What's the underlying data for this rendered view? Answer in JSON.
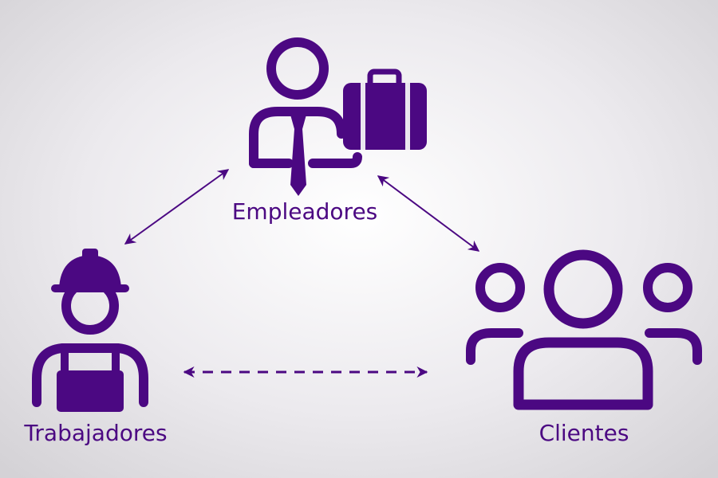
{
  "diagram": {
    "nodes": {
      "employers": {
        "label": "Empleadores",
        "icon": "businessperson-with-briefcase-icon"
      },
      "workers": {
        "label": "Trabajadores",
        "icon": "worker-with-hard-hat-icon"
      },
      "clients": {
        "label": "Clientes",
        "icon": "group-of-people-icon"
      }
    },
    "edges": [
      {
        "from": "workers",
        "to": "employers",
        "style": "solid",
        "direction": "bidirectional"
      },
      {
        "from": "employers",
        "to": "clients",
        "style": "solid",
        "direction": "bidirectional"
      },
      {
        "from": "workers",
        "to": "clients",
        "style": "dashed",
        "direction": "bidirectional"
      }
    ],
    "colors": {
      "accent": "#4b0882",
      "background": "#eceaee"
    }
  }
}
